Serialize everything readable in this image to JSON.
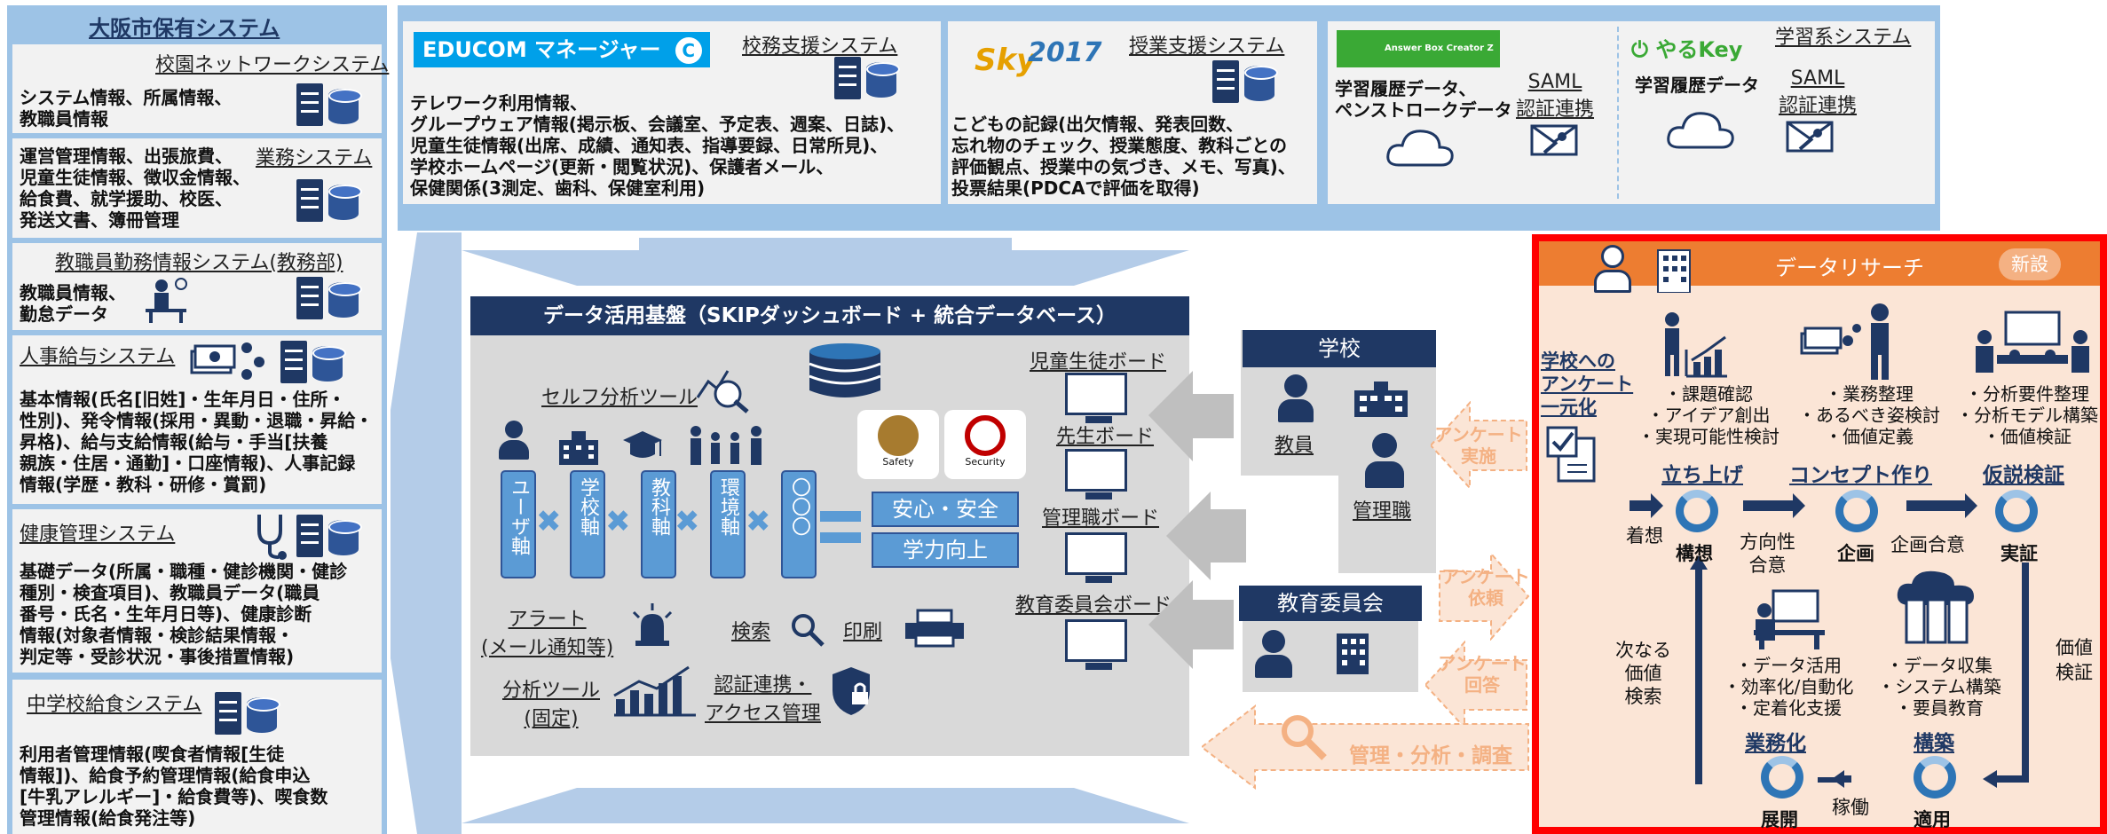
{
  "left": {
    "title": "大阪市保有システム",
    "sections": [
      {
        "title": "校園ネットワークシステム",
        "lines": [
          "システム情報、所属情報、",
          "教職員情報"
        ]
      },
      {
        "title": "業務システム",
        "lines": [
          "運営管理情報、出張旅費、",
          "児童生徒情報、徴収金情報、",
          "給食費、就学援助、校医、",
          "発送文書、簿冊管理"
        ]
      },
      {
        "title": "教職員勤務情報システム(教務部)",
        "lines": [
          "教職員情報、",
          "勤怠データ"
        ]
      },
      {
        "title": "人事給与システム",
        "lines": [
          "基本情報(氏名[旧姓]・生年月日・住所・",
          "性別)、発令情報(採用・異動・退職・昇給・",
          "昇格)、給与支給情報(給与・手当[扶養",
          "親族・住居・通勤]・口座情報)、人事記録",
          "情報(学歴・教科・研修・賞罰)"
        ]
      },
      {
        "title": "健康管理システム",
        "lines": [
          "基礎データ(所属・職種・健診機関・健診",
          "種別・検査項目)、教職員データ(職員",
          "番号・氏名・生年月日等)、健康診断",
          "情報(対象者情報・検診結果情報・",
          "判定等・受診状況・事後措置情報)"
        ]
      },
      {
        "title": "中学校給食システム",
        "lines": [
          "利用者管理情報(喫食者情報[生徒",
          "情報])、給食予約管理情報(給食申込",
          "[牛乳アレルギー]・給食費等)、喫食数",
          "管理情報(給食発注等)"
        ]
      }
    ]
  },
  "top": {
    "educom": {
      "logo": "EDUCOM マネージャー",
      "logo_c": "C",
      "title": "校務支援システム",
      "lines": [
        "テレワーク利用情報、",
        "グループウェア情報(掲示板、会議室、予定表、週案、日誌)、",
        "児童生徒情報(出席、成績、通知表、指導要録、日常所見)、",
        "学校ホームページ(更新・閲覧状況)、保護者メール、",
        "保健関係(3測定、歯科、保健室利用)"
      ]
    },
    "sky": {
      "logo": "2017",
      "title": "授業支援システム",
      "lines": [
        "こどもの記録(出欠情報、発表回数、",
        "忘れ物のチェック、授業態度、教科ごとの",
        "評価観点、授業中の気づき、メモ、写真)、",
        "投票結果(PDCAで評価を取得)"
      ]
    },
    "learning": {
      "title": "学習系システム",
      "abc": {
        "logo": "Answer Box Creator Z",
        "data": [
          "学習履歴データ、",
          "ペンストロークデータ"
        ],
        "saml": [
          "SAML",
          "認証連携"
        ]
      },
      "yarukey": {
        "logo": "やるKey",
        "data": [
          "学習履歴データ"
        ],
        "saml": [
          "SAML",
          "認証連携"
        ]
      }
    }
  },
  "center": {
    "title": "データ活用基盤（SKIPダッシュボード + 統合データベース）",
    "self_tool": "セルフ分析ツール",
    "axes": [
      "ユーザ軸",
      "学校軸",
      "教科軸",
      "環境軸",
      "〇〇〇"
    ],
    "badges": {
      "safety": "Safety",
      "security": "Security"
    },
    "outcomes": [
      "安心・安全",
      "学力向上"
    ],
    "alert": [
      "アラート",
      "(メール通知等)"
    ],
    "search": "検索",
    "print": "印刷",
    "analysis": [
      "分析ツール",
      "(固定)"
    ],
    "auth": [
      "認証連携・",
      "アクセス管理"
    ],
    "boards": [
      "児童生徒ボード",
      "先生ボード",
      "管理職ボード",
      "教育委員会ボード"
    ]
  },
  "school": {
    "title": "学校",
    "teacher": "教員",
    "manager": "管理職"
  },
  "board_of_ed": {
    "title": "教育委員会"
  },
  "enquete": [
    [
      "アンケート",
      "実施"
    ],
    [
      "アンケート",
      "依頼"
    ],
    [
      "アンケート",
      "回答"
    ]
  ],
  "manage_arrow": "管理・分析・調査",
  "research": {
    "title": "データリサーチ",
    "new_badge": "新設",
    "left_label": [
      "学校への",
      "アンケート",
      "一元化"
    ],
    "steps": [
      {
        "lines": [
          "・課題確認",
          "・アイデア創出",
          "・実現可能性検討"
        ],
        "heading": "立ち上げ"
      },
      {
        "lines": [
          "・業務整理",
          "・あるべき姿検討",
          "・価値定義"
        ],
        "heading": "コンセプト作り"
      },
      {
        "lines": [
          "・分析要件整理",
          "・分析モデル構築",
          "・価値検証"
        ],
        "heading": "仮説検証"
      }
    ],
    "cycle": {
      "start": "着想",
      "concept": "構想",
      "direction": [
        "方向性",
        "合意"
      ],
      "plan": "企画",
      "plan_agree": "企画合意",
      "verify": "実証",
      "value_verify": [
        "価値",
        "検証"
      ],
      "next_value": [
        "次なる",
        "価値",
        "検索"
      ],
      "ops": "業務化",
      "build": "構築",
      "deploy": "展開",
      "operate": "稼働",
      "apply": "適用"
    },
    "bottom_steps": [
      {
        "lines": [
          "・データ活用",
          "・効率化/自動化",
          "・定着化支援"
        ]
      },
      {
        "lines": [
          "・データ収集",
          "・システム構築",
          "・要員教育"
        ]
      }
    ]
  }
}
